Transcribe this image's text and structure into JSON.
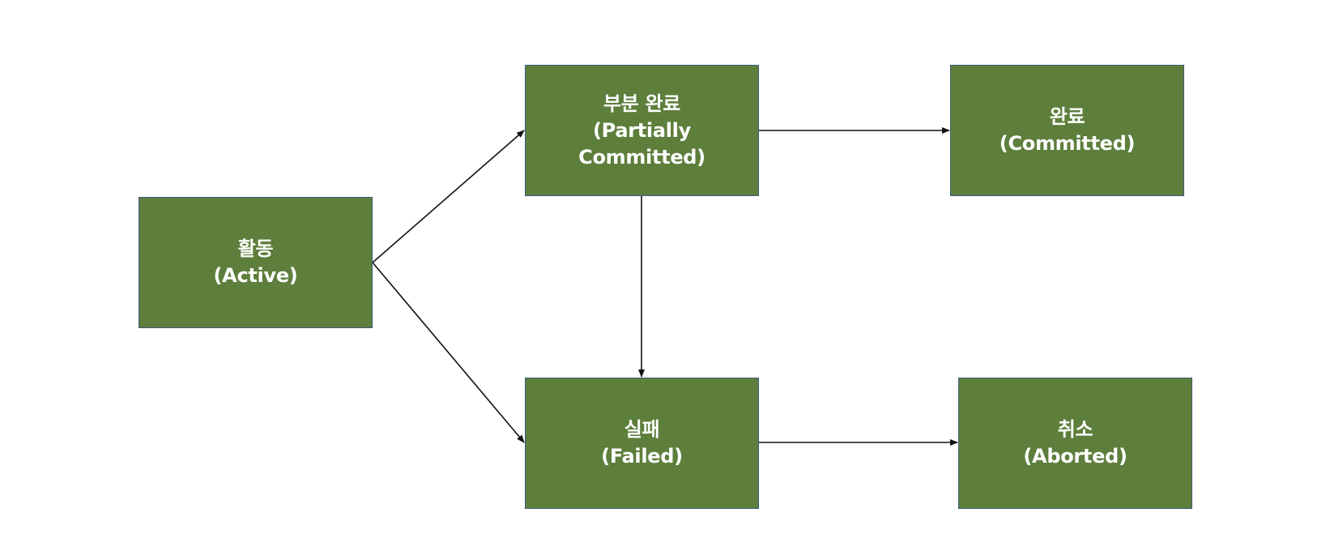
{
  "colors": {
    "node_fill": "#5e7f3c",
    "node_border": "#3e5a7c",
    "node_text": "#ffffff",
    "arrow": "#111111",
    "background": "#ffffff"
  },
  "nodes": {
    "active": {
      "line1": "활동",
      "line2": "(Active)"
    },
    "partial": {
      "line1": "부분 완료",
      "line2": "(Partially",
      "line3": "Committed)"
    },
    "committed": {
      "line1": "완료",
      "line2": "(Committed)"
    },
    "failed": {
      "line1": "실패",
      "line2": "(Failed)"
    },
    "aborted": {
      "line1": "취소",
      "line2": "(Aborted)"
    }
  },
  "edges": [
    {
      "from": "active",
      "to": "partial"
    },
    {
      "from": "active",
      "to": "failed"
    },
    {
      "from": "partial",
      "to": "committed"
    },
    {
      "from": "partial",
      "to": "failed"
    },
    {
      "from": "failed",
      "to": "aborted"
    }
  ]
}
